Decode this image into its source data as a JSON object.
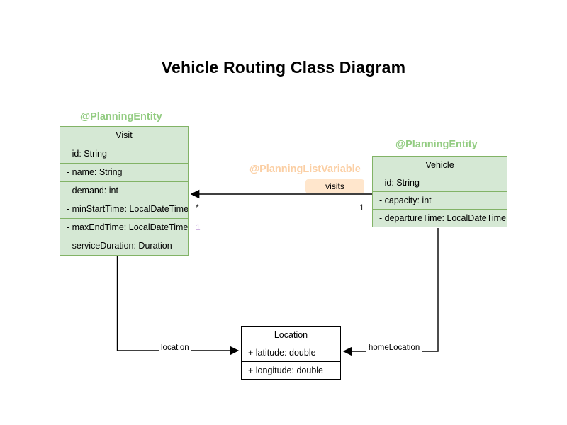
{
  "page": {
    "title": "Vehicle Routing Class Diagram",
    "background": "#ffffff"
  },
  "colors": {
    "entity_fill": "#d5e8d4",
    "entity_border": "#82b366",
    "entity_annotation": "#93cc82",
    "listvar_annotation": "#fbcfa4",
    "badge_fill": "#ffe6cc",
    "plain_fill": "#ffffff",
    "plain_border": "#000000",
    "edge": "#000000",
    "muted_multiplicity": "#c9a8dd"
  },
  "annotations": {
    "visit": "@PlanningEntity",
    "vehicle": "@PlanningEntity",
    "visits_assoc": "@PlanningListVariable"
  },
  "classes": {
    "visit": {
      "name": "Visit",
      "fields": [
        "- id: String",
        "- name: String",
        "- demand: int",
        "- minStartTime: LocalDateTime",
        "- maxEndTime: LocalDateTime",
        "- serviceDuration: Duration"
      ]
    },
    "vehicle": {
      "name": "Vehicle",
      "fields": [
        "- id: String",
        "- capacity: int",
        "- departureTime: LocalDateTime"
      ]
    },
    "location": {
      "name": "Location",
      "fields": [
        "+ latitude: double",
        "+ longitude: double"
      ]
    }
  },
  "edges": {
    "visits": {
      "label": "visits",
      "source_multiplicity": "1",
      "target_multiplicity": "*",
      "extra_multiplicity": "1"
    },
    "location": {
      "label": "location"
    },
    "home_location": {
      "label": "homeLocation"
    }
  }
}
